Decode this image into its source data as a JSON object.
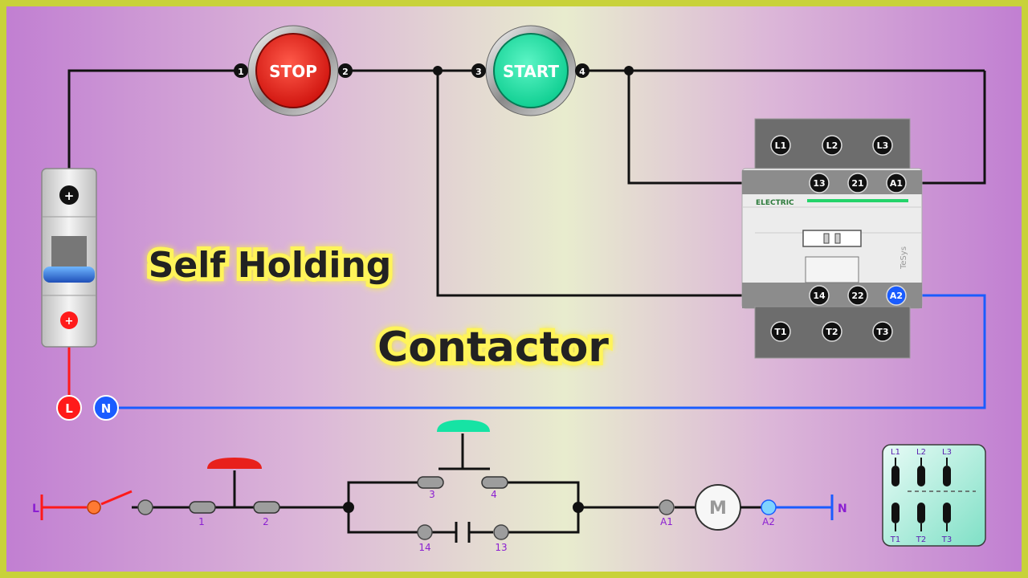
{
  "title": {
    "line1": "Self Holding",
    "line2": "Contactor"
  },
  "buttons": {
    "stop": {
      "label": "STOP",
      "color": "#e8201c",
      "terminal_in": "1",
      "terminal_out": "2"
    },
    "start": {
      "label": "START",
      "color": "#16e3a4",
      "terminal_in": "3",
      "terminal_out": "4"
    }
  },
  "breaker": {
    "plus_top": "+",
    "plus_bottom": "+"
  },
  "supply": {
    "line": "L",
    "neutral": "N",
    "line_color": "#ff1a1a",
    "neutral_color": "#1a5cff"
  },
  "contactor": {
    "top_terminals": [
      "L1",
      "L2",
      "L3"
    ],
    "aux_top": [
      "13",
      "21",
      "A1"
    ],
    "aux_bottom": [
      "14",
      "22",
      "A2"
    ],
    "bottom_terminals": [
      "T1",
      "T2",
      "T3"
    ],
    "brand": "ELECTRIC",
    "model": "TeSys"
  },
  "schematic": {
    "line": "L",
    "neutral": "N",
    "stop_contacts": [
      "1",
      "2"
    ],
    "start_contacts": [
      "3",
      "4"
    ],
    "holding_contacts": [
      "14",
      "13"
    ],
    "coil": [
      "A1",
      "A2"
    ],
    "motor": "M"
  },
  "symbol": {
    "top": [
      "L1",
      "L2",
      "L3"
    ],
    "bottom": [
      "T1",
      "T2",
      "T3"
    ]
  }
}
